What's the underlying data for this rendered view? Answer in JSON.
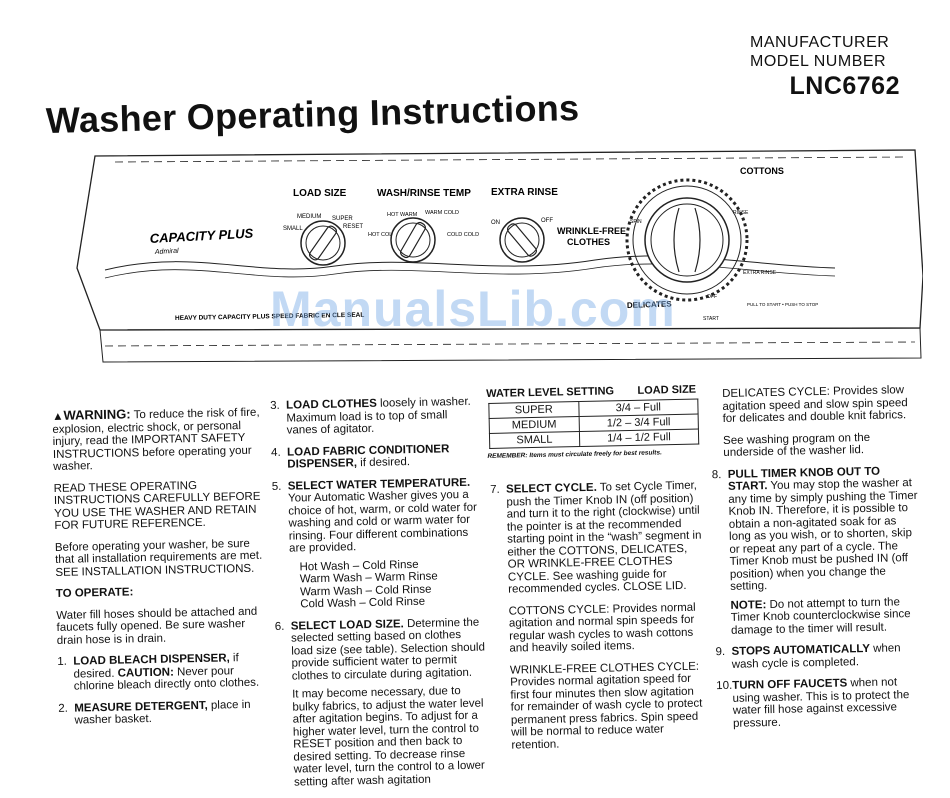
{
  "header": {
    "manufacturer_line1": "MANUFACTURER",
    "manufacturer_line2": "MODEL NUMBER",
    "model": "LNC6762",
    "title": "Washer Operating Instructions"
  },
  "watermark": "ManualsLib.com",
  "panel": {
    "brand": "CAPACITY PLUS",
    "brand_sub": "Admiral",
    "load_size": "LOAD SIZE",
    "load_small": "SMALL",
    "load_medium": "MEDIUM",
    "load_super": "SUPER",
    "load_reset": "RESET",
    "temp": "WASH/RINSE TEMP",
    "temp_hot_cold": "HOT COLD",
    "temp_hot_warm": "HOT WARM",
    "temp_warm_cold": "WARM COLD",
    "temp_cold_cold": "COLD COLD",
    "extra_rinse": "EXTRA RINSE",
    "on": "ON",
    "off": "OFF",
    "wrinkle_free_1": "WRINKLE-FREE",
    "wrinkle_free_2": "CLOTHES",
    "cottons": "COTTONS",
    "extra_rinse_small": "EXTRA RINSE",
    "delicates": "DELICATES",
    "start": "START",
    "spin": "SPIN",
    "rinse": "RINSE",
    "pull_push": "PULL TO START • PUSH TO STOP",
    "bottom_text": "HEAVY DUTY   CAPACITY PLUS   SPEED   FABRIC   EN   CLE SEAL"
  },
  "left": {
    "warning_label": "WARNING:",
    "warning_text": "To reduce the risk of fire, explosion, electric shock, or personal injury, read the IMPORTANT SAFETY INSTRUCTIONS before operating your washer.",
    "read_instructions": "READ THESE OPERATING INSTRUCTIONS CAREFULLY BEFORE YOU USE THE WASHER AND RETAIN FOR FUTURE REFERENCE.",
    "before_operating": "Before operating your washer, be sure that all installation requirements are met. SEE INSTALLATION INSTRUCTIONS.",
    "to_operate": "TO OPERATE:",
    "hoses": "Water fill hoses should be attached and faucets fully opened. Be sure washer drain hose is in drain.",
    "step1_num": "1.",
    "step1_bold": "LOAD BLEACH DISPENSER,",
    "step1_text": " if desired. ",
    "step1_caution": "CAUTION:",
    "step1_caution_text": " Never pour chlorine bleach directly onto clothes.",
    "step2_num": "2.",
    "step2_bold": "MEASURE DETERGENT,",
    "step2_text": " place in washer basket."
  },
  "middle": {
    "step3_num": "3.",
    "step3_bold": "LOAD CLOTHES",
    "step3_text": " loosely in washer. Maximum load is to top of small vanes of agitator.",
    "step4_num": "4.",
    "step4_bold": "LOAD FABRIC CONDITIONER DISPENSER,",
    "step4_text": " if desired.",
    "step5_num": "5.",
    "step5_bold": "SELECT WATER TEMPERATURE.",
    "step5_text": " Your Automatic Washer gives you a choice of hot, warm, or cold water for washing and cold or warm water for rinsing. Four different combinations are provided.",
    "temps": [
      "Hot Wash – Cold Rinse",
      "Warm Wash – Warm Rinse",
      "Warm Wash – Cold Rinse",
      "Cold Wash – Cold Rinse"
    ],
    "step6_num": "6.",
    "step6_bold": "SELECT LOAD SIZE.",
    "step6_text": " Determine the selected setting based on clothes load size (see table). Selection should provide sufficient water to permit clothes to circulate during agitation.",
    "step6_more": "It may become necessary, due to bulky fabrics, to adjust the water level after agitation begins. To adjust for a higher water level, turn the control to RESET position and then back to desired setting. To decrease rinse water level, turn the control to a lower setting after wash agitation"
  },
  "table": {
    "col1": "WATER LEVEL SETTING",
    "col2": "LOAD SIZE",
    "rows": [
      {
        "setting": "SUPER",
        "size": "3/4 – Full"
      },
      {
        "setting": "MEDIUM",
        "size": "1/2 – 3/4 Full"
      },
      {
        "setting": "SMALL",
        "size": "1/4 – 1/2 Full"
      }
    ],
    "remember": "REMEMBER: Items must circulate freely for best results."
  },
  "mid2": {
    "step7_num": "7.",
    "step7_bold": "SELECT CYCLE.",
    "step7_text": " To set Cycle Timer, push the Timer Knob IN (off position) and turn it to the right (clockwise) until the pointer is at the recommended starting point in the “wash” segment in either the COTTONS, DELICATES, OR WRINKLE-FREE CLOTHES CYCLE. See washing guide for recommended cycles. CLOSE LID.",
    "cottons_cycle": "COTTONS CYCLE: Provides normal agitation and normal spin speeds for regular wash cycles to wash cottons and heavily soiled items.",
    "wrinkle_cycle": "WRINKLE-FREE CLOTHES CYCLE: Provides normal agitation speed for first four minutes then slow agitation for remainder of wash cycle to protect permanent press fabrics. Spin speed will be normal to reduce water retention."
  },
  "right": {
    "delicates_cycle": "DELICATES CYCLE: Provides slow agitation speed and slow spin speed for delicates and double knit fabrics.",
    "see_washing": "See washing program on the underside of the washer lid.",
    "step8_num": "8.",
    "step8_bold": "PULL TIMER KNOB OUT TO START.",
    "step8_text": " You may stop the washer at any time by simply pushing the Timer Knob IN. Therefore, it is possible to obtain a non-agitated soak for as long as you wish, or to shorten, skip or repeat any part of a cycle. The Timer Knob must be pushed IN (off position) when you change the setting.",
    "note_label": "NOTE:",
    "note_text": " Do not attempt to turn the Timer Knob counterclockwise since damage to the timer will result.",
    "step9_num": "9.",
    "step9_bold": "STOPS AUTOMATICALLY",
    "step9_text": " when wash cycle is completed.",
    "step10_num": "10.",
    "step10_bold": "TURN OFF FAUCETS",
    "step10_text": " when not using washer. This is to protect the water fill hose against excessive pressure."
  }
}
